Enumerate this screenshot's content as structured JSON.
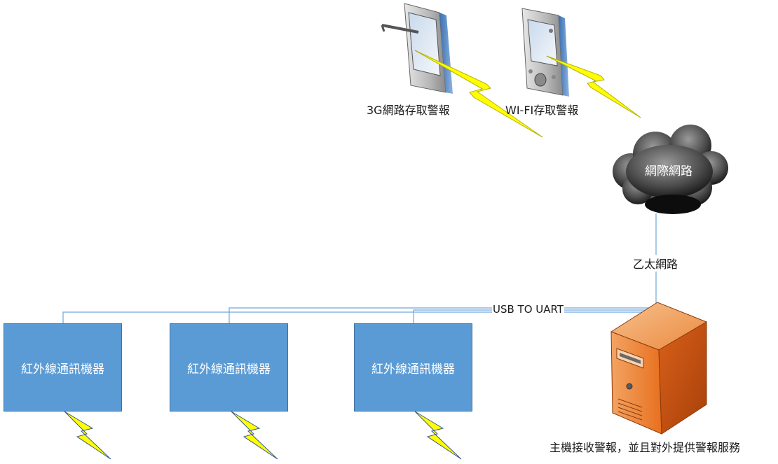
{
  "devices": {
    "phone_3g_label": "3G網路存取警報",
    "phone_wifi_label": "WI-FI存取警報"
  },
  "cloud": {
    "label": "網際網路"
  },
  "ethernet": {
    "label": "乙太網路"
  },
  "bus": {
    "label": "USB TO UART"
  },
  "ir_units": [
    {
      "label": "紅外線通訊機器"
    },
    {
      "label": "紅外線通訊機器"
    },
    {
      "label": "紅外線通訊機器"
    }
  ],
  "server": {
    "label": "主機接收警報，並且對外提供警報服務"
  },
  "colors": {
    "box_fill": "#5b9bd5",
    "lightning": "#ffff00",
    "server": "#e8661c",
    "cloud": "#4a4a4a",
    "line": "#6fa8dc"
  },
  "icons": [
    "pda-with-stylus-icon",
    "pda-icon",
    "cloud-icon",
    "server-tower-icon",
    "lightning-bolt-icon"
  ]
}
